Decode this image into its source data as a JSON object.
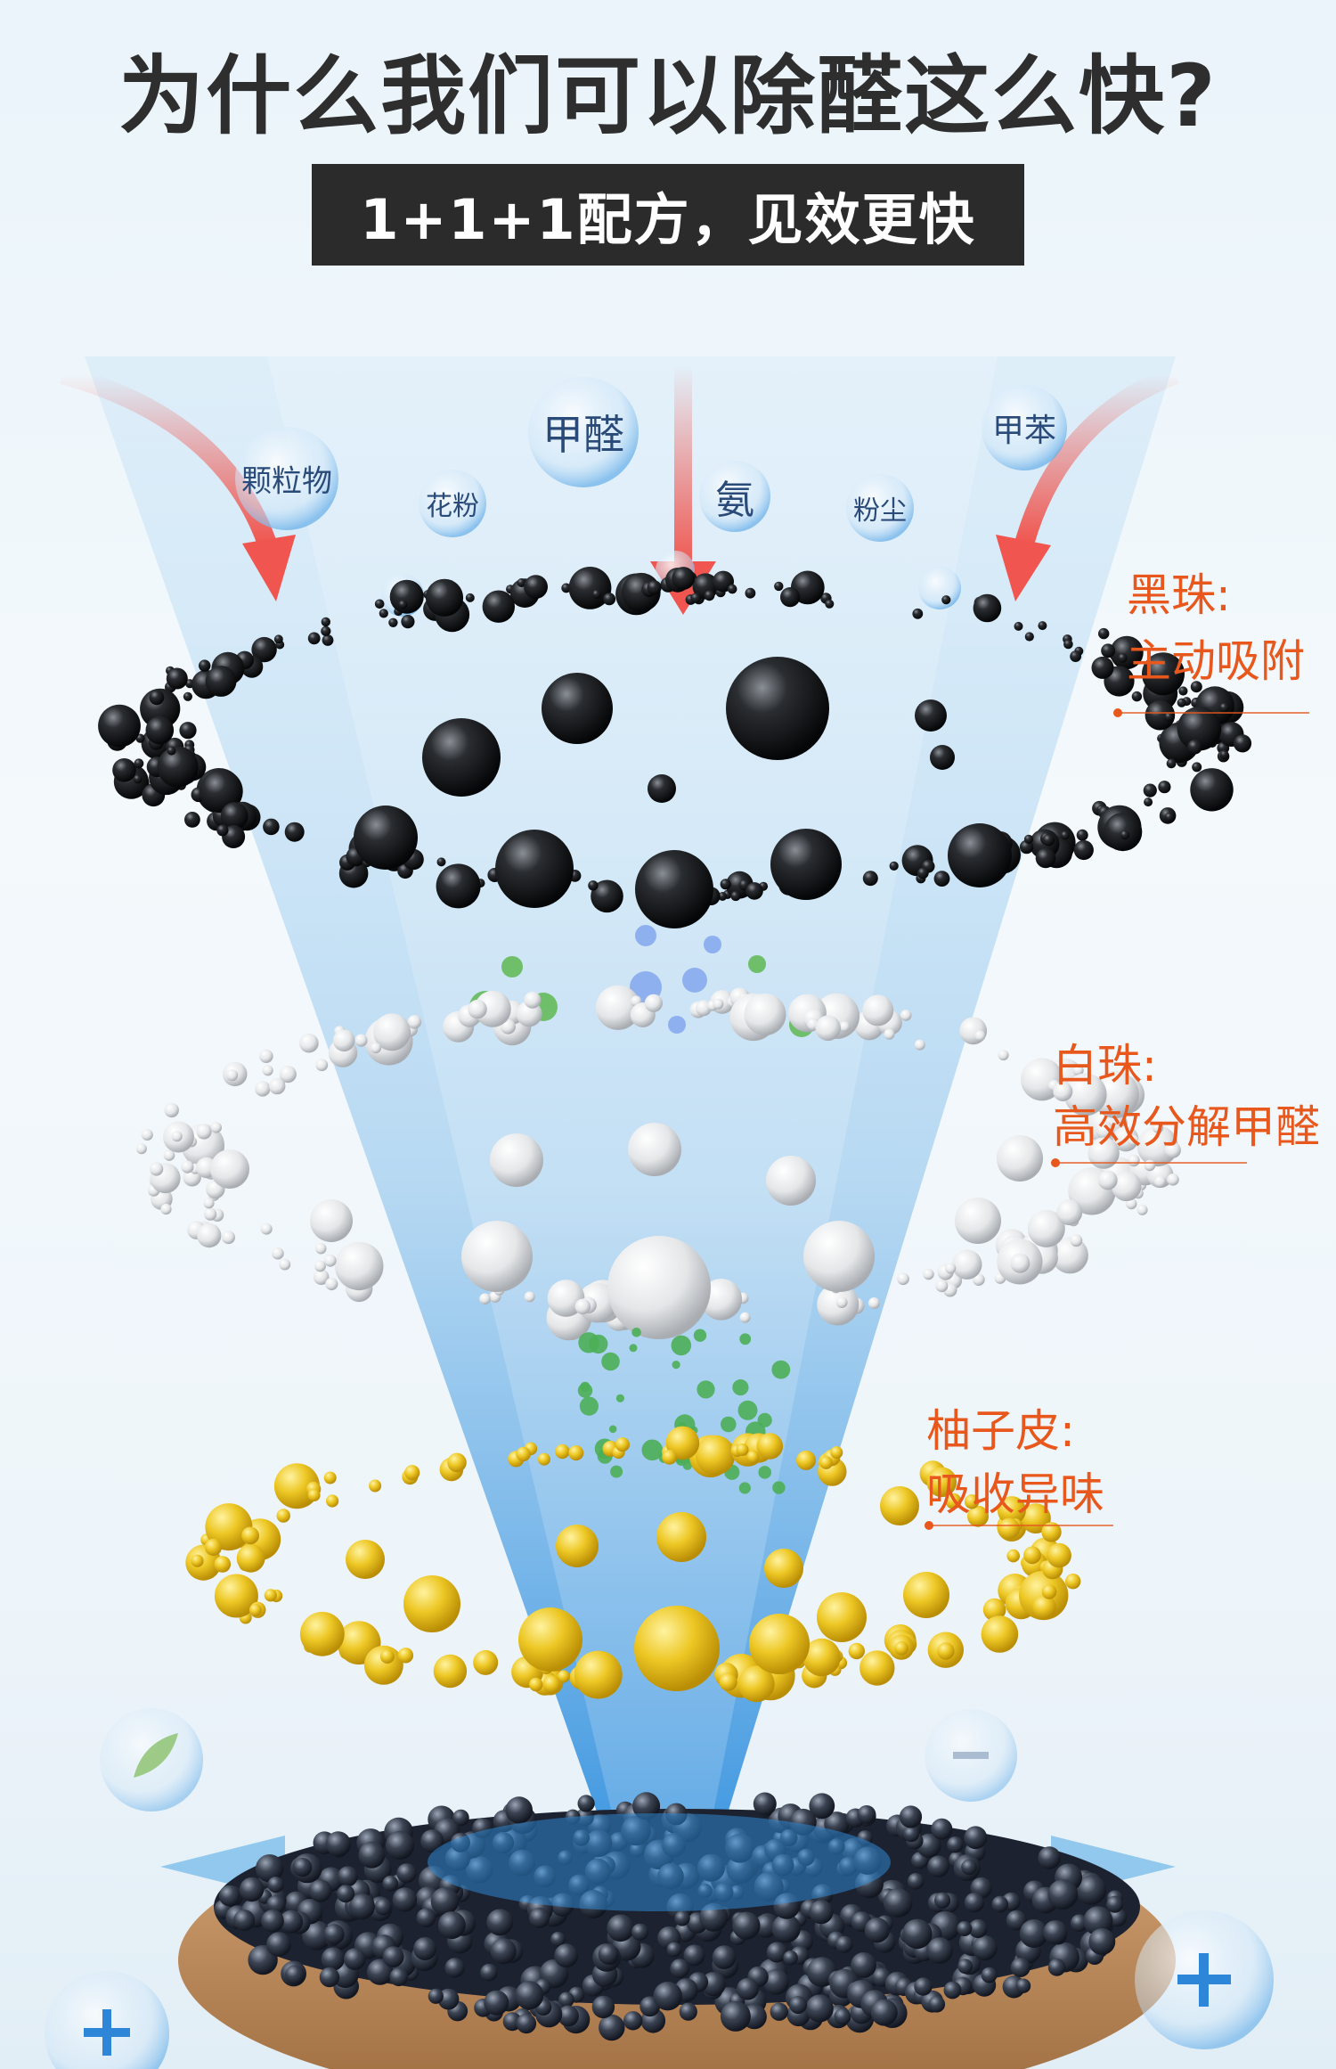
{
  "header": {
    "title": "为什么我们可以除醛这么快?",
    "banner": "1+1+1配方，见效更快"
  },
  "pollutants": [
    {
      "label": "颗粒物"
    },
    {
      "label": "花粉"
    },
    {
      "label": "甲醛"
    },
    {
      "label": "氨"
    },
    {
      "label": "粉尘"
    },
    {
      "label": "甲苯"
    }
  ],
  "layers": [
    {
      "title": "黑珠:",
      "desc": "主动吸附"
    },
    {
      "title": "白珠:",
      "desc": "高效分解甲醛"
    },
    {
      "title": "柚子皮:",
      "desc": "吸收异味"
    }
  ],
  "colors": {
    "accent": "#e8571c",
    "arrow": "#f0564f",
    "banner": "#2b2b2b",
    "funnel": "#5aa8e4",
    "yellow_bead": "#e9c21e"
  },
  "icons": [
    "down-arrow-icon",
    "plus-bubble-icon",
    "minus-bubble-icon",
    "leaf-bubble-icon"
  ]
}
